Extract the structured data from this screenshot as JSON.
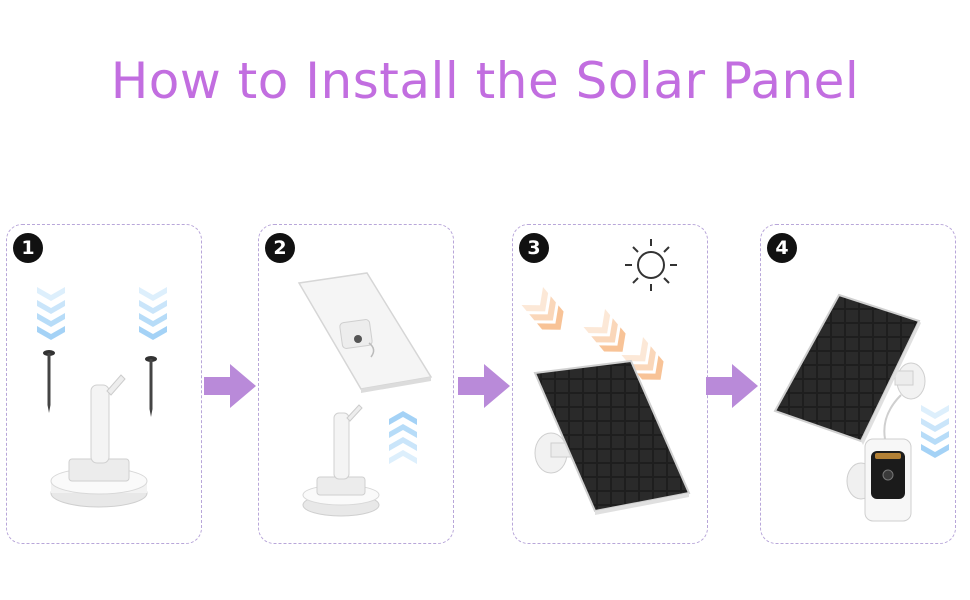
{
  "title": "How to Install the Solar Panel",
  "colors": {
    "title": "#c26ee0",
    "step_border": "#b8a6d9",
    "arrow": "#b98ad9",
    "chevron_blue": "#9fd0f5",
    "chevron_orange": "#f7bd8c",
    "panel_dark": "#1c1c1c"
  },
  "steps": [
    {
      "number": "1",
      "icon": "mount-and-screws"
    },
    {
      "number": "2",
      "icon": "panel-back-attach"
    },
    {
      "number": "3",
      "icon": "sun-charging-panel"
    },
    {
      "number": "4",
      "icon": "panel-with-camera"
    }
  ]
}
